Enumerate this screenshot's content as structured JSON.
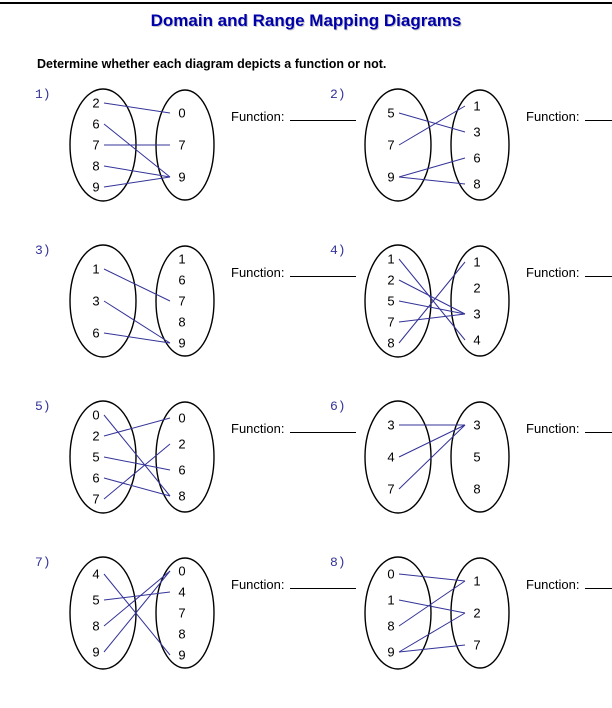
{
  "page": {
    "title": "Domain and Range Mapping Diagrams",
    "instruction": "Determine whether each diagram depicts a function or not.",
    "function_label": "Function:"
  },
  "colors": {
    "title": "#0000AA",
    "diagram_label": "#333399",
    "mapping_line": "#333399",
    "ellipse_stroke": "#000000",
    "item_text": "#000000"
  },
  "diagrams": [
    {
      "number": "1)",
      "domain": [
        "2",
        "6",
        "7",
        "8",
        "9"
      ],
      "range": [
        "0",
        "7",
        "9"
      ],
      "edges": [
        [
          0,
          0
        ],
        [
          1,
          2
        ],
        [
          2,
          1
        ],
        [
          3,
          2
        ],
        [
          4,
          2
        ]
      ]
    },
    {
      "number": "2)",
      "domain": [
        "5",
        "7",
        "9"
      ],
      "range": [
        "1",
        "3",
        "6",
        "8"
      ],
      "edges": [
        [
          0,
          1
        ],
        [
          1,
          0
        ],
        [
          2,
          2
        ],
        [
          2,
          3
        ]
      ]
    },
    {
      "number": "3)",
      "domain": [
        "1",
        "3",
        "6"
      ],
      "range": [
        "1",
        "6",
        "7",
        "8",
        "9"
      ],
      "edges": [
        [
          0,
          2
        ],
        [
          1,
          4
        ],
        [
          2,
          4
        ]
      ]
    },
    {
      "number": "4)",
      "domain": [
        "1",
        "2",
        "5",
        "7",
        "8"
      ],
      "range": [
        "1",
        "2",
        "3",
        "4"
      ],
      "edges": [
        [
          0,
          3
        ],
        [
          1,
          2
        ],
        [
          2,
          2
        ],
        [
          3,
          2
        ],
        [
          4,
          0
        ]
      ]
    },
    {
      "number": "5)",
      "domain": [
        "0",
        "2",
        "5",
        "6",
        "7"
      ],
      "range": [
        "0",
        "2",
        "6",
        "8"
      ],
      "edges": [
        [
          0,
          3
        ],
        [
          1,
          0
        ],
        [
          2,
          2
        ],
        [
          3,
          3
        ],
        [
          4,
          1
        ]
      ]
    },
    {
      "number": "6)",
      "domain": [
        "3",
        "4",
        "7"
      ],
      "range": [
        "3",
        "5",
        "8"
      ],
      "edges": [
        [
          0,
          0
        ],
        [
          1,
          0
        ],
        [
          2,
          0
        ]
      ]
    },
    {
      "number": "7)",
      "domain": [
        "4",
        "5",
        "8",
        "9"
      ],
      "range": [
        "0",
        "4",
        "7",
        "8",
        "9"
      ],
      "edges": [
        [
          0,
          4
        ],
        [
          1,
          1
        ],
        [
          2,
          0
        ],
        [
          3,
          0
        ]
      ]
    },
    {
      "number": "8)",
      "domain": [
        "0",
        "1",
        "8",
        "9"
      ],
      "range": [
        "1",
        "2",
        "7"
      ],
      "edges": [
        [
          0,
          0
        ],
        [
          1,
          1
        ],
        [
          2,
          0
        ],
        [
          3,
          1
        ],
        [
          3,
          2
        ]
      ]
    }
  ]
}
